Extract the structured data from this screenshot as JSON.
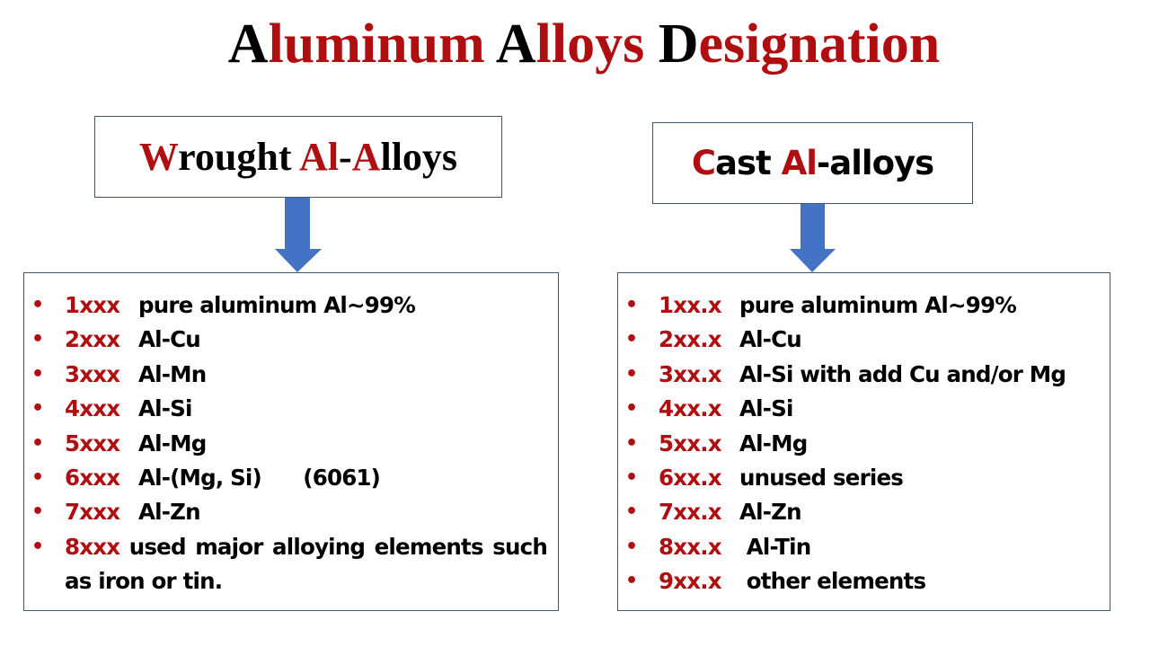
{
  "title": {
    "segments": [
      {
        "text": "A",
        "color": "black"
      },
      {
        "text": "luminum ",
        "color": "red"
      },
      {
        "text": "A",
        "color": "black"
      },
      {
        "text": "lloys ",
        "color": "red"
      },
      {
        "text": "D",
        "color": "black"
      },
      {
        "text": "esignation",
        "color": "red"
      }
    ],
    "full": "Aluminum Alloys Designation"
  },
  "colors": {
    "accent_red": "#b00f12",
    "text_black": "#000000",
    "arrow_blue": "#4472c4",
    "box_border": "#41576a"
  },
  "wrought": {
    "heading": {
      "w": "W",
      "rought": "rought ",
      "al": "Al",
      "dash": "-",
      "a": "A",
      "lloys": "lloys",
      "full": "Wrought Al-Alloys"
    },
    "icon": "arrow-down-icon",
    "items": [
      {
        "code": "1xxx",
        "desc": "pure aluminum  Al~99%"
      },
      {
        "code": "2xxx",
        "desc": "Al-Cu"
      },
      {
        "code": "3xxx",
        "desc": "Al-Mn"
      },
      {
        "code": "4xxx",
        "desc": "Al-Si"
      },
      {
        "code": "5xxx",
        "desc": "Al-Mg"
      },
      {
        "code": "6xxx",
        "desc": "Al-(Mg, Si)      (6061)"
      },
      {
        "code": "7xxx",
        "desc": "Al-Zn"
      },
      {
        "code": "8xxx",
        "desc": " used major alloying elements such as iron or tin."
      }
    ]
  },
  "cast": {
    "heading": {
      "c": "C",
      "ast": "ast ",
      "al": "Al",
      "rest": "-alloys",
      "full": "Cast Al-alloys"
    },
    "icon": "arrow-down-icon",
    "items": [
      {
        "code": "1xx.x",
        "desc": "pure aluminum  Al~99%"
      },
      {
        "code": "2xx.x",
        "desc": "Al-Cu"
      },
      {
        "code": "3xx.x",
        "desc": "Al-Si with add Cu and/or Mg"
      },
      {
        "code": "4xx.x",
        "desc": "Al-Si"
      },
      {
        "code": "5xx.x",
        "desc": "Al-Mg"
      },
      {
        "code": "6xx.x",
        "desc": "unused series"
      },
      {
        "code": "7xx.x",
        "desc": "Al-Zn"
      },
      {
        "code": "8xx.x",
        "desc": " Al-Tin"
      },
      {
        "code": "9xx.x",
        "desc": " other elements"
      }
    ]
  },
  "bullet": "•"
}
